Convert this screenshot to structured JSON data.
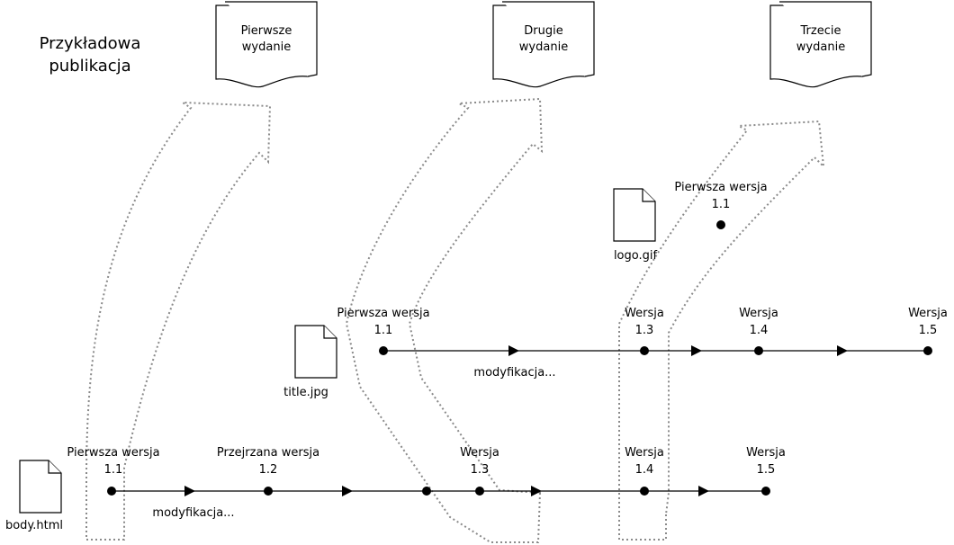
{
  "title": {
    "line1": "Przykładowa",
    "line2": "publikacja"
  },
  "releases": [
    {
      "line1": "Pierwsze",
      "line2": "wydanie"
    },
    {
      "line1": "Drugie",
      "line2": "wydanie"
    },
    {
      "line1": "Trzecie",
      "line2": "wydanie"
    }
  ],
  "files": [
    {
      "name": "body.html"
    },
    {
      "name": "title.jpg"
    },
    {
      "name": "logo.gif"
    }
  ],
  "body_timeline": {
    "versions": [
      {
        "line1": "Pierwsza wersja",
        "line2": "1.1"
      },
      {
        "line1": "Przejrzana wersja",
        "line2": "1.2"
      },
      {
        "line1": "Wersja",
        "line2": "1.3"
      },
      {
        "line1": "Wersja",
        "line2": "1.4"
      },
      {
        "line1": "Wersja",
        "line2": "1.5"
      }
    ],
    "edge_label": "modyfikacja..."
  },
  "title_timeline": {
    "versions": [
      {
        "line1": "Pierwsza wersja",
        "line2": "1.1"
      },
      {
        "line1": "Wersja",
        "line2": "1.3"
      },
      {
        "line1": "Wersja",
        "line2": "1.4"
      },
      {
        "line1": "Wersja",
        "line2": "1.5"
      }
    ],
    "edge_label": "modyfikacja..."
  },
  "logo_version": {
    "line1": "Pierwsza wersja",
    "line2": "1.1"
  }
}
